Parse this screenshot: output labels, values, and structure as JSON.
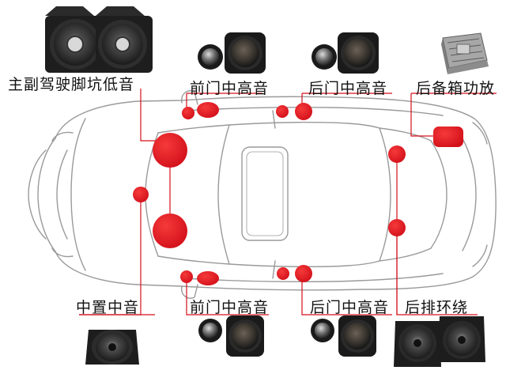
{
  "labels": {
    "subwoofer": "主副驾驶脚坑低音",
    "front_door_top": "前门中高音",
    "rear_door_top": "后门中高音",
    "amplifier": "后备箱功放",
    "center": "中置中音",
    "front_door_bottom": "前门中高音",
    "rear_door_bottom": "后门中高音",
    "surround": "后排环绕"
  },
  "colors": {
    "accent": "#d3101a",
    "outline": "#9a9a9a",
    "text": "#111111"
  },
  "icons": {
    "subwoofer": "subwoofer-speaker-icon",
    "tweeter_pair": "tweeter-midrange-pair-icon",
    "amplifier": "amplifier-icon",
    "center": "center-speaker-icon",
    "surround": "surround-speaker-pair-icon"
  }
}
